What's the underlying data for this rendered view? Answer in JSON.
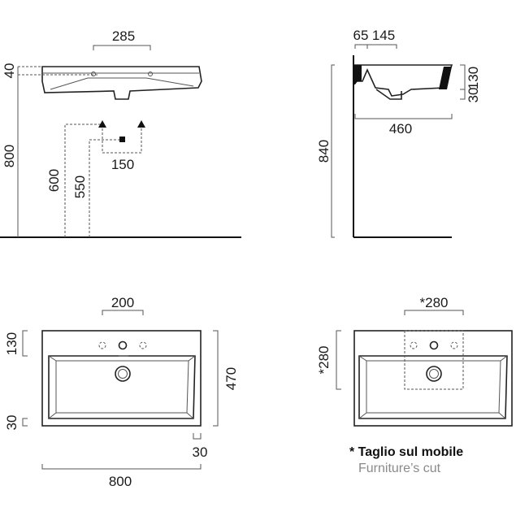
{
  "side_view": {
    "width_between_taps": "285",
    "rim_thickness": "40",
    "overall_height": "800",
    "supply_height": "600",
    "drain_height": "550",
    "supply_spacing": "150"
  },
  "section_view": {
    "tap_offset": "65",
    "bowl_depth_offset": "145",
    "overall_height": "840",
    "depth": "460",
    "basin_height": "130",
    "drain_drop": "30"
  },
  "top_view": {
    "tap_spacing": "200",
    "back_rim": "130",
    "front_rim": "30",
    "depth": "470",
    "side_rim": "30",
    "width": "800"
  },
  "cut_view": {
    "cut_width": "*280",
    "cut_depth": "*280",
    "note_it": "* Taglio sul mobile",
    "note_en": "Furniture’s cut"
  }
}
